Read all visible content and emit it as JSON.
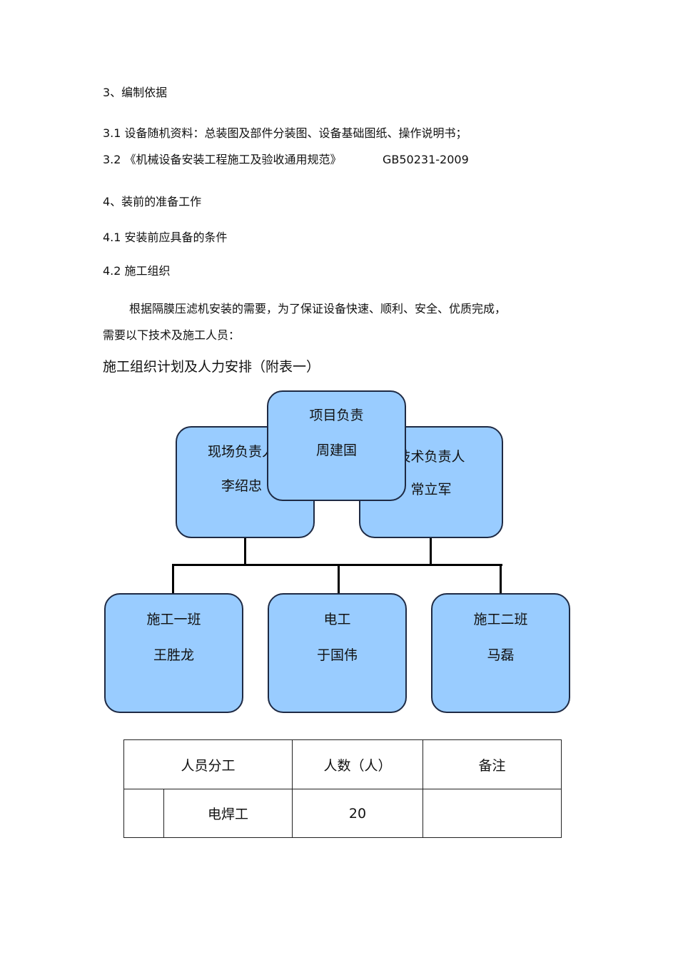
{
  "doc": {
    "s3_heading": "3、编制依据",
    "s3_1": "3.1  设备随机资料：总装图及部件分装图、设备基础图纸、操作说明书；",
    "s3_2": "3.2 《机械设备安装工程施工及验收通用规范》",
    "s3_2_code": "GB50231-2009",
    "s4_heading": "4、装前的准备工作",
    "s4_1": "4.1  安装前应具备的条件",
    "s4_2": "4.2  施工组织",
    "para_line1": "根据隔膜压滤机安装的需要，为了保证设备快速、顺利、安全、优质完成，",
    "para_line2": "需要以下技术及施工人员：",
    "chart_title": "施工组织计划及人力安排（附表一）"
  },
  "org": {
    "site_lead": {
      "role": "现场负责人",
      "name": "李绍忠"
    },
    "project_lead": {
      "role": "项目负责",
      "name": "周建国"
    },
    "tech_lead": {
      "role": "技术负责人",
      "name": "常立军"
    },
    "team1": {
      "role": "施工一班",
      "name": "王胜龙"
    },
    "electrician": {
      "role": "电工",
      "name": "于国伟"
    },
    "team2": {
      "role": "施工二班",
      "name": "马磊"
    }
  },
  "table": {
    "headers": [
      "人员分工",
      "人数（人）",
      "备注"
    ],
    "rows": [
      {
        "role": "电焊工",
        "count": "20",
        "note": ""
      }
    ]
  },
  "colors": {
    "box_fill": "#99ccff",
    "box_border": "#1e2a44"
  }
}
